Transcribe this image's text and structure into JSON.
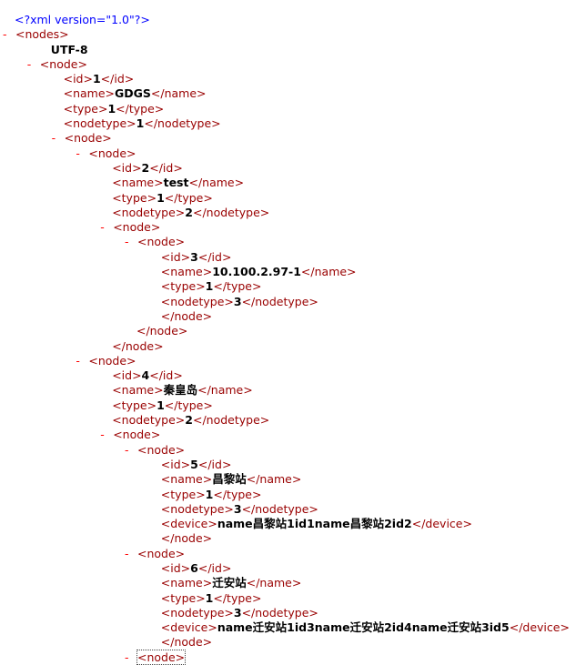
{
  "lines": [
    {
      "d": 0,
      "t": "pi",
      "pi": "<?xml version=\"1.0\"?>"
    },
    {
      "d": 0,
      "t": "open",
      "m": true,
      "tag": "nodes"
    },
    {
      "d": 1,
      "t": "text",
      "text": "UTF-8"
    },
    {
      "d": 1,
      "t": "open",
      "m": true,
      "tag": "node"
    },
    {
      "d": 2,
      "t": "elem",
      "tag": "id",
      "text": "1"
    },
    {
      "d": 2,
      "t": "elem",
      "tag": "name",
      "text": "GDGS"
    },
    {
      "d": 2,
      "t": "elem",
      "tag": "type",
      "text": "1"
    },
    {
      "d": 2,
      "t": "elem",
      "tag": "nodetype",
      "text": "1"
    },
    {
      "d": 2,
      "t": "open",
      "m": true,
      "tag": "node"
    },
    {
      "d": 3,
      "t": "open",
      "m": true,
      "tag": "node"
    },
    {
      "d": 4,
      "t": "elem",
      "tag": "id",
      "text": "2"
    },
    {
      "d": 4,
      "t": "elem",
      "tag": "name",
      "text": "test"
    },
    {
      "d": 4,
      "t": "elem",
      "tag": "type",
      "text": "1"
    },
    {
      "d": 4,
      "t": "elem",
      "tag": "nodetype",
      "text": "2"
    },
    {
      "d": 4,
      "t": "open",
      "m": true,
      "tag": "node"
    },
    {
      "d": 5,
      "t": "open",
      "m": true,
      "tag": "node"
    },
    {
      "d": 6,
      "t": "elem",
      "tag": "id",
      "text": "3"
    },
    {
      "d": 6,
      "t": "elem",
      "tag": "name",
      "text": "10.100.2.97-1"
    },
    {
      "d": 6,
      "t": "elem",
      "tag": "type",
      "text": "1"
    },
    {
      "d": 6,
      "t": "elem",
      "tag": "nodetype",
      "text": "3"
    },
    {
      "d": 6,
      "t": "close",
      "tag": "node"
    },
    {
      "d": 5,
      "t": "close",
      "tag": "node"
    },
    {
      "d": 4,
      "t": "close",
      "tag": "node"
    },
    {
      "d": 3,
      "t": "open",
      "m": true,
      "tag": "node"
    },
    {
      "d": 4,
      "t": "elem",
      "tag": "id",
      "text": "4"
    },
    {
      "d": 4,
      "t": "elem",
      "tag": "name",
      "text": "秦皇岛"
    },
    {
      "d": 4,
      "t": "elem",
      "tag": "type",
      "text": "1"
    },
    {
      "d": 4,
      "t": "elem",
      "tag": "nodetype",
      "text": "2"
    },
    {
      "d": 4,
      "t": "open",
      "m": true,
      "tag": "node"
    },
    {
      "d": 5,
      "t": "open",
      "m": true,
      "tag": "node"
    },
    {
      "d": 6,
      "t": "elem",
      "tag": "id",
      "text": "5"
    },
    {
      "d": 6,
      "t": "elem",
      "tag": "name",
      "text": "昌黎站"
    },
    {
      "d": 6,
      "t": "elem",
      "tag": "type",
      "text": "1"
    },
    {
      "d": 6,
      "t": "elem",
      "tag": "nodetype",
      "text": "3"
    },
    {
      "d": 6,
      "t": "elem",
      "tag": "device",
      "text": "name昌黎站1id1name昌黎站2id2"
    },
    {
      "d": 6,
      "t": "close",
      "tag": "node"
    },
    {
      "d": 5,
      "t": "open",
      "m": true,
      "tag": "node"
    },
    {
      "d": 6,
      "t": "elem",
      "tag": "id",
      "text": "6"
    },
    {
      "d": 6,
      "t": "elem",
      "tag": "name",
      "text": "迁安站"
    },
    {
      "d": 6,
      "t": "elem",
      "tag": "type",
      "text": "1"
    },
    {
      "d": 6,
      "t": "elem",
      "tag": "nodetype",
      "text": "3"
    },
    {
      "d": 6,
      "t": "elem",
      "tag": "device",
      "text": "name迁安站1id3name迁安站2id4name迁安站3id5"
    },
    {
      "d": 6,
      "t": "close",
      "tag": "node"
    },
    {
      "d": 5,
      "t": "open",
      "m": true,
      "tag": "node",
      "focus": true
    }
  ]
}
